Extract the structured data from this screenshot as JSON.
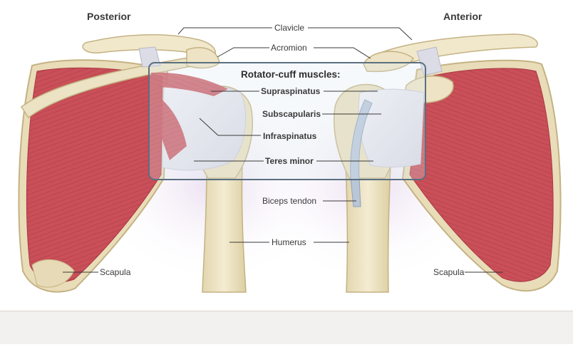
{
  "views": {
    "posterior": "Posterior",
    "anterior": "Anterior"
  },
  "labels": {
    "clavicle": "Clavicle",
    "acromion": "Acromion",
    "biceps_tendon": "Biceps tendon",
    "humerus": "Humerus",
    "scapula_left": "Scapula",
    "scapula_right": "Scapula"
  },
  "rotator_cuff": {
    "title": "Rotator-cuff muscles:",
    "muscles": [
      "Supraspinatus",
      "Subscapularis",
      "Infraspinatus",
      "Teres minor"
    ]
  },
  "colors": {
    "muscle": "#c94f58",
    "muscle_dark": "#a83844",
    "bone": "#efe6c8",
    "bone_edge": "#c8b98c",
    "tendon": "#e6e6ee",
    "box_border": "#5a6f80"
  }
}
